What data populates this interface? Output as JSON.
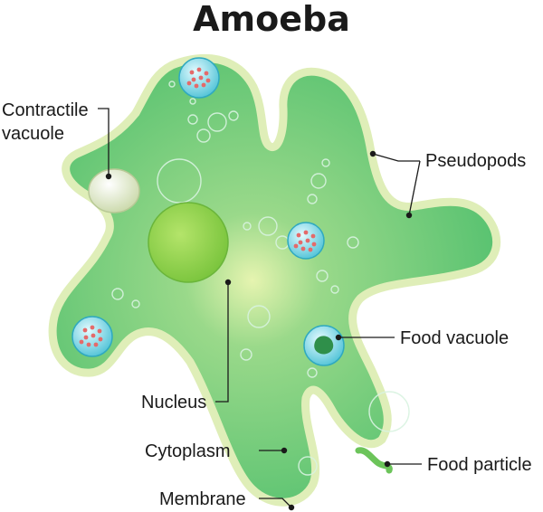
{
  "title": "Amoeba",
  "labels": {
    "contractile_vacuole_line1": "Contractile",
    "contractile_vacuole_line2": "vacuole",
    "pseudopods": "Pseudopods",
    "food_vacuole": "Food vacuole",
    "nucleus": "Nucleus",
    "cytoplasm": "Cytoplasm",
    "food_particle": "Food particle",
    "membrane": "Membrane"
  },
  "colors": {
    "membrane": "#dfeeb8",
    "cytoplasm": "#5dc777",
    "nucleus": "#9ed85a",
    "contractile_vacuole": "#e9eed8",
    "food_vacuole": "#7fd8e6",
    "food_particle": "#6cc45a",
    "text": "#1a1a1a"
  }
}
